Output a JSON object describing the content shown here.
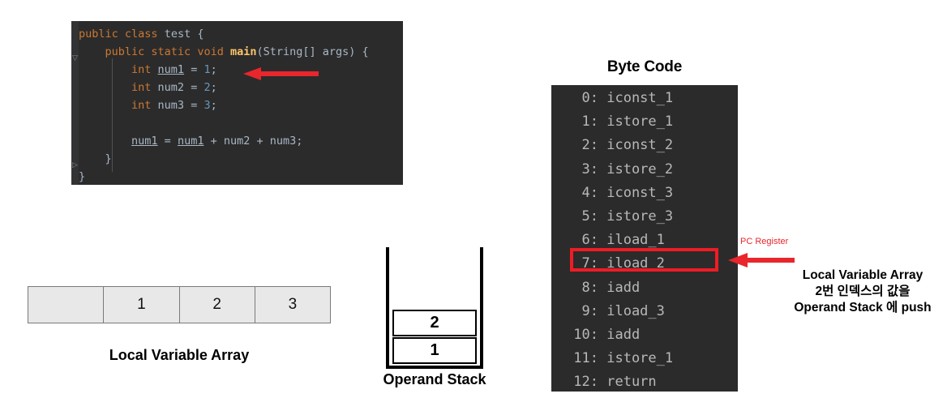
{
  "code_editor": {
    "name": "java-source-editor",
    "lines": [
      [
        {
          "t": "public ",
          "c": "kw"
        },
        {
          "t": "class ",
          "c": "kw"
        },
        {
          "t": "test ",
          "c": "id"
        },
        {
          "t": "{",
          "c": "pun"
        }
      ],
      [
        {
          "t": "    ",
          "c": "pun"
        },
        {
          "t": "public ",
          "c": "kw"
        },
        {
          "t": "static ",
          "c": "kw"
        },
        {
          "t": "void ",
          "c": "kw"
        },
        {
          "t": "main",
          "c": "mth"
        },
        {
          "t": "(",
          "c": "pun"
        },
        {
          "t": "String[] args",
          "c": "id"
        },
        {
          "t": ") {",
          "c": "pun"
        }
      ],
      [
        {
          "t": "        ",
          "c": "pun"
        },
        {
          "t": "int ",
          "c": "kw"
        },
        {
          "t": "num1",
          "c": "id und"
        },
        {
          "t": " = ",
          "c": "pun"
        },
        {
          "t": "1",
          "c": "num"
        },
        {
          "t": ";",
          "c": "pun"
        }
      ],
      [
        {
          "t": "        ",
          "c": "pun"
        },
        {
          "t": "int ",
          "c": "kw"
        },
        {
          "t": "num2",
          "c": "id"
        },
        {
          "t": " = ",
          "c": "pun"
        },
        {
          "t": "2",
          "c": "num"
        },
        {
          "t": ";",
          "c": "pun"
        }
      ],
      [
        {
          "t": "        ",
          "c": "pun"
        },
        {
          "t": "int ",
          "c": "kw"
        },
        {
          "t": "num3",
          "c": "id"
        },
        {
          "t": " = ",
          "c": "pun"
        },
        {
          "t": "3",
          "c": "num"
        },
        {
          "t": ";",
          "c": "pun"
        }
      ],
      [
        {
          "t": "",
          "c": "pun"
        }
      ],
      [
        {
          "t": "        ",
          "c": "pun"
        },
        {
          "t": "num1",
          "c": "id und"
        },
        {
          "t": " = ",
          "c": "pun"
        },
        {
          "t": "num1",
          "c": "id und"
        },
        {
          "t": " + ",
          "c": "pun"
        },
        {
          "t": "num2",
          "c": "id"
        },
        {
          "t": " + ",
          "c": "pun"
        },
        {
          "t": "num3",
          "c": "id"
        },
        {
          "t": ";",
          "c": "pun"
        }
      ],
      [
        {
          "t": "    }",
          "c": "pun"
        }
      ],
      [
        {
          "t": "}",
          "c": "pun"
        }
      ]
    ],
    "fold_markers": [
      "fold-arrow-icon",
      "fold-arrow-icon"
    ],
    "background": "#2b2b2b",
    "gutter_color": "#313335"
  },
  "code_arrow": {
    "name": "red-arrow-to-num1",
    "color": "#e8262c",
    "direction": "left"
  },
  "bytecode": {
    "title": "Byte Code",
    "background": "#2b2b2b",
    "text_color": "#b8b8b8",
    "highlight_color": "#ee1c25",
    "highlighted_index": "7",
    "rows": [
      {
        "index": "0:",
        "instruction": "iconst_1"
      },
      {
        "index": "1:",
        "instruction": "istore_1"
      },
      {
        "index": "2:",
        "instruction": "iconst_2"
      },
      {
        "index": "3:",
        "instruction": "istore_2"
      },
      {
        "index": "4:",
        "instruction": "iconst_3"
      },
      {
        "index": "5:",
        "instruction": "istore_3"
      },
      {
        "index": "6:",
        "instruction": "iload_1"
      },
      {
        "index": "7:",
        "instruction": "iload_2"
      },
      {
        "index": "8:",
        "instruction": "iadd"
      },
      {
        "index": "9:",
        "instruction": "iload_3"
      },
      {
        "index": "10:",
        "instruction": "iadd"
      },
      {
        "index": "11:",
        "instruction": "istore_1"
      },
      {
        "index": "12:",
        "instruction": "return"
      }
    ]
  },
  "pc_register": {
    "label": "PC Register",
    "label_color": "#e8262c",
    "arrow_color": "#e8262c",
    "annotation_lines": [
      "Local Variable Array",
      "2번 인덱스의 값을",
      "Operand Stack 에 push"
    ]
  },
  "local_variable_array": {
    "caption": "Local Variable Array",
    "cells": [
      "",
      "1",
      "2",
      "3"
    ],
    "cell_background": "#e8e8e8",
    "border_color": "#7a7a7a"
  },
  "operand_stack": {
    "caption": "Operand Stack",
    "items": [
      "2",
      "1"
    ]
  }
}
